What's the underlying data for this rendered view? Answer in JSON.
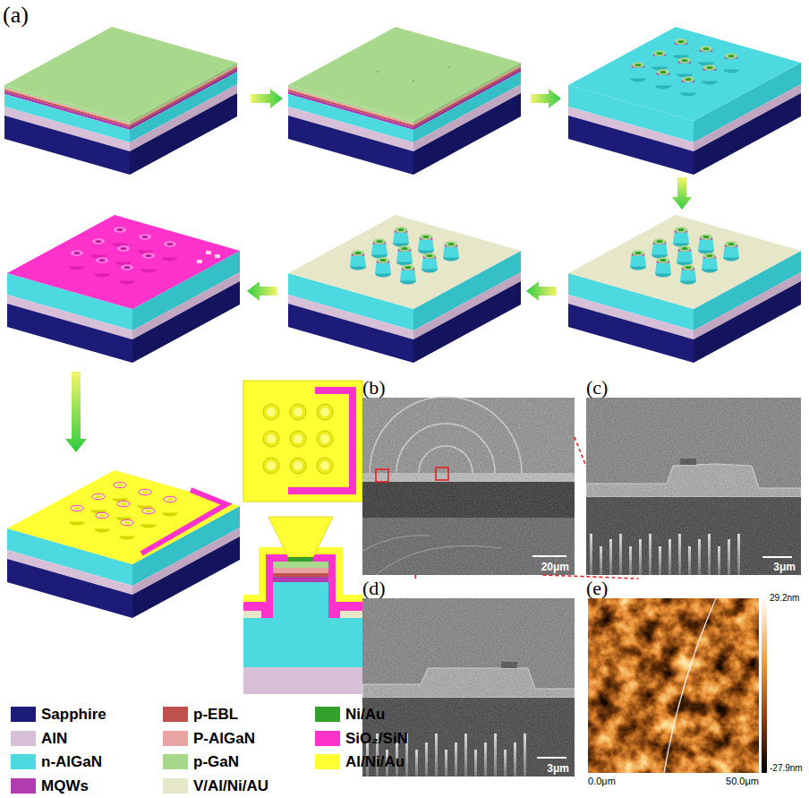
{
  "diagram": {
    "nodes": [
      {
        "text": [
          "(b)",
          "20μm"
        ]
      },
      {
        "text": [
          "(c)",
          "3μm"
        ]
      },
      {
        "text": [
          "(d)",
          "3μm"
        ]
      },
      {
        "text": [
          "(e)"
        ]
      }
    ],
    "edges": [
      {
        "from": 0,
        "to": 1,
        "arrow": "none"
      },
      {
        "from": 0,
        "to": 2,
        "arrow": "none"
      },
      {
        "from": 0,
        "to": 3,
        "arrow": "none"
      }
    ],
    "labels": [
      "(a)",
      "29.2nm",
      "-27.9nm",
      "0.0μm",
      "50.0μm"
    ],
    "legend": [
      {
        "text": "Sapphire",
        "color": "#1c1c78"
      },
      {
        "text": "p-EBL",
        "color": "#c0504d"
      },
      {
        "text": "Ni/Au",
        "color": "#33a02c"
      },
      {
        "text": "AlN",
        "color": "#d8bfd8"
      },
      {
        "text": "P-AlGaN",
        "color": "#e9a3a3"
      },
      {
        "text": "SiO₂/SiN",
        "color": "#ff33cc"
      },
      {
        "text": "n-AlGaN",
        "color": "#4dd9e0"
      },
      {
        "text": "p-GaN",
        "color": "#a8d88c"
      },
      {
        "text": "Al/Ni/Au",
        "color": "#ffff33"
      },
      {
        "text": "MQWs",
        "color": "#b03cb0"
      },
      {
        "text": "V/Al/Ni/AU",
        "color": "#e6e6c8"
      }
    ]
  }
}
